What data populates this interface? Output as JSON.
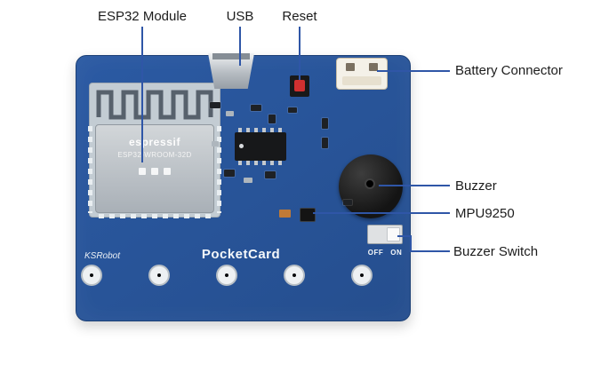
{
  "colors": {
    "board": "#2b5aa3",
    "line": "#2f56a7",
    "label_text": "#1c1c1c",
    "reset_button": "#d03030",
    "battery_connector": "#f4f1e8",
    "buzzer": "#141414",
    "silk": "#f5f8fa"
  },
  "labels": {
    "esp32": "ESP32 Module",
    "usb": "USB",
    "reset": "Reset",
    "battery": "Battery Connector",
    "buzzer": "Buzzer",
    "mpu9250": "MPU9250",
    "buzzer_switch": "Buzzer Switch"
  },
  "board": {
    "silk_brand": "KSRobot",
    "silk_name": "PocketCard",
    "switch_silk_off": "OFF",
    "switch_silk_on": "ON",
    "module": {
      "brand": "espressif",
      "model": "ESP32-WROOM-32D"
    }
  }
}
